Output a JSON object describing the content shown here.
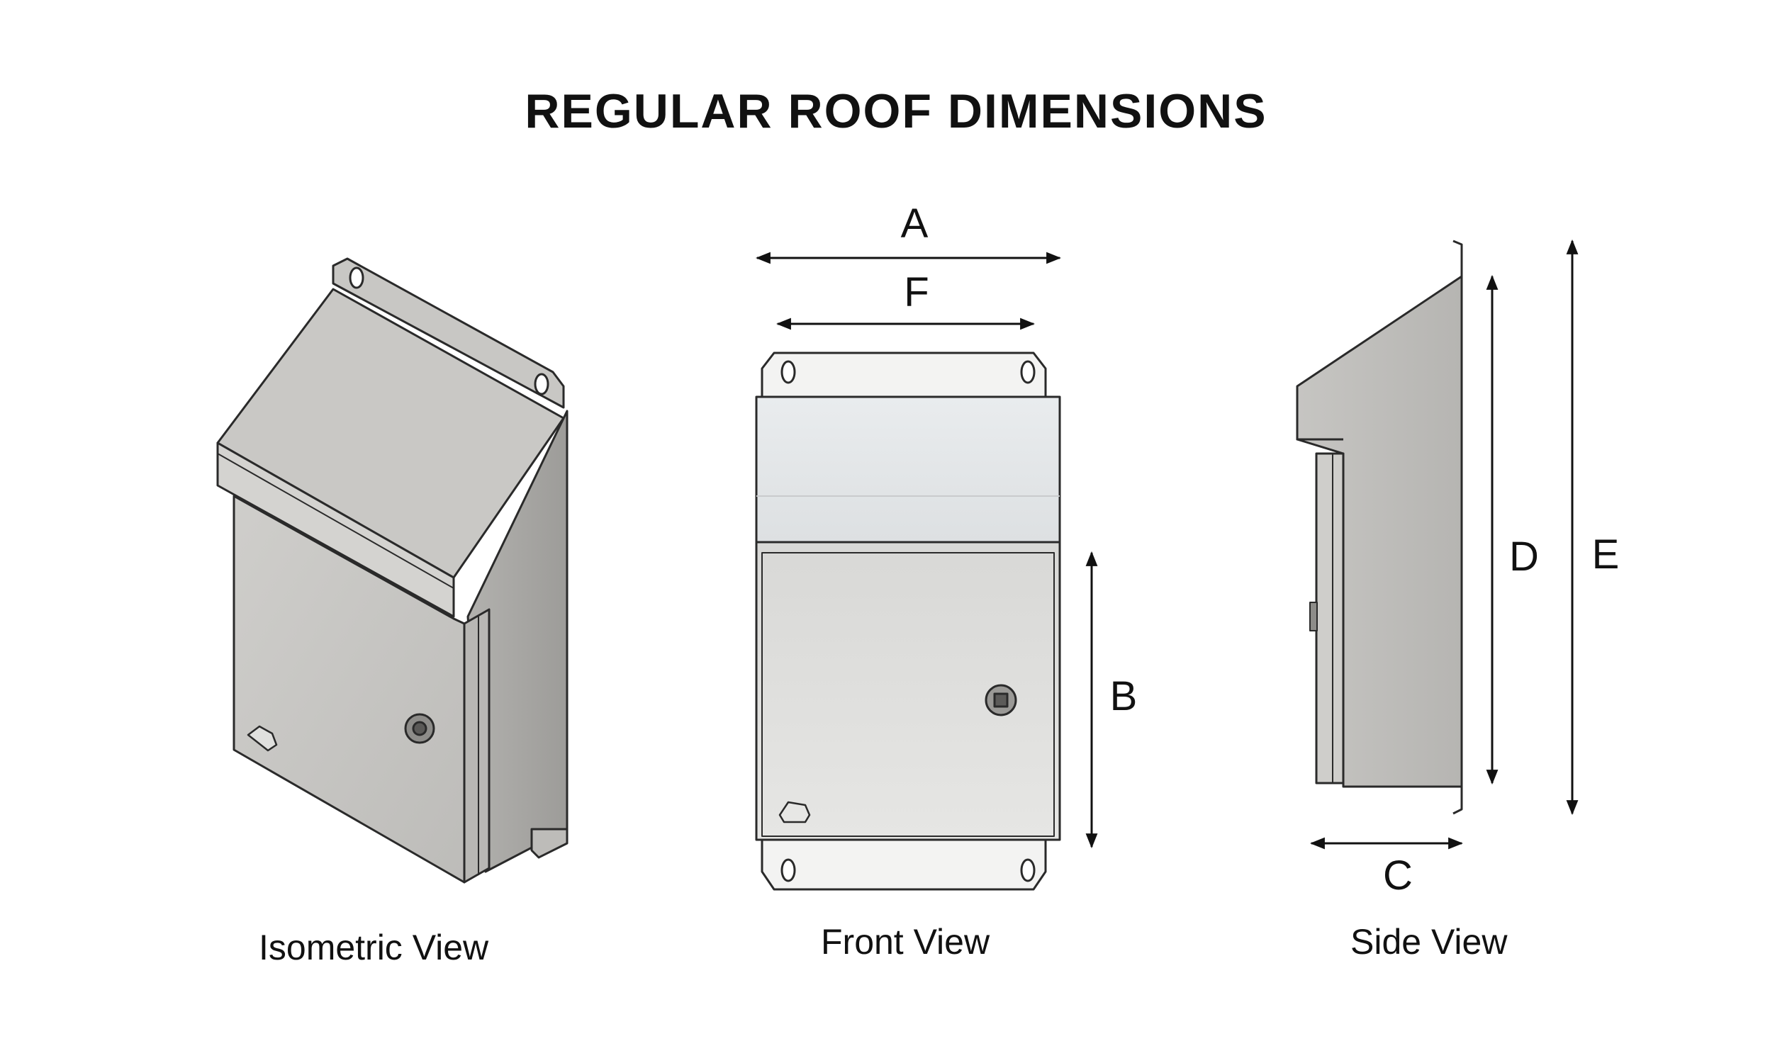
{
  "title": "REGULAR ROOF DIMENSIONS",
  "views": {
    "isometric": "Isometric View",
    "front": "Front View",
    "side": "Side View"
  },
  "dimensions": {
    "a": "A",
    "b": "B",
    "c": "C",
    "d": "D",
    "e": "E",
    "f": "F"
  },
  "colors": {
    "outline": "#2a2a2a",
    "steel_light": "#d9d9d7",
    "steel_mid": "#c2c1be",
    "steel_dark": "#a4a3a0",
    "roof_window": "#e4e7e9"
  }
}
